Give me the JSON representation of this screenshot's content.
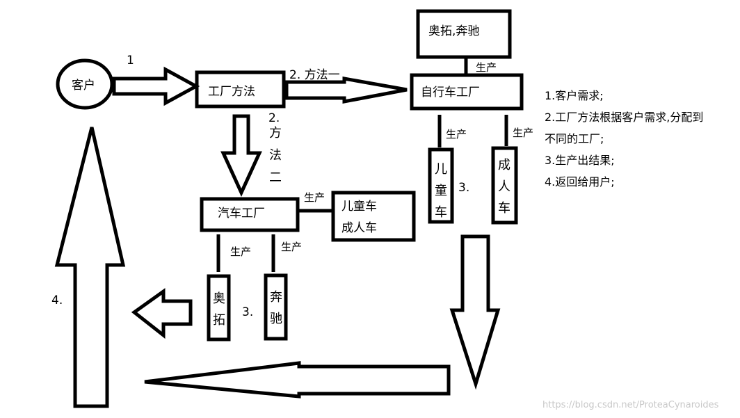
{
  "nodes": {
    "customer": "客户",
    "factory_method": "工厂方法",
    "bicycle_factory": "自行车工厂",
    "car_factory": "汽车工厂",
    "bicycle_brands": "奥拓,奔驰",
    "car_types_line1": "儿童车",
    "car_types_line2": "成人车",
    "child_bike": "儿童车",
    "adult_bike": "成人车",
    "alto": "奥拓",
    "benz": "奔驰"
  },
  "labels": {
    "step1": "1",
    "method_one": "2. 方法一",
    "method_two_num": "2.",
    "method_two_text": "方法二",
    "produce": "生产",
    "step3": "3.",
    "step4": "4."
  },
  "steps": [
    "1.客户需求;",
    "2.工厂方法根据客户需求,分配到",
    "不同的工厂;",
    "3.生产出结果;",
    "4.返回给用户;"
  ],
  "watermark": "https://blog.csdn.net/ProteaCynaroides"
}
